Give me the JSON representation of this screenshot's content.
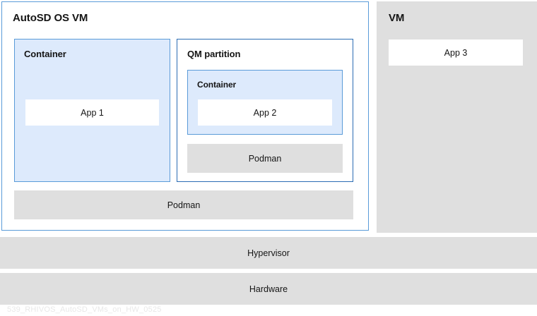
{
  "diagram": {
    "watermark": "539_RHIVOS_AutoSD_VMs_on_HW_0525",
    "colors": {
      "panel_border_blue": "#5a9bd8",
      "partition_border_blue": "#2b6cb3",
      "container_fill_blue": "#ddeafc",
      "gray_fill": "#dfdfdf",
      "white_fill": "#ffffff",
      "text": "#151515",
      "watermark_text": "#e8e8e8"
    },
    "autosd_vm": {
      "title": "AutoSD OS VM",
      "container_left": {
        "title": "Container",
        "app": "App 1"
      },
      "qm_partition": {
        "title": "QM partition",
        "container": {
          "title": "Container",
          "app": "App 2"
        },
        "podman": "Podman"
      },
      "podman": "Podman"
    },
    "vm_panel": {
      "title": "VM",
      "app": "App 3"
    },
    "stack": {
      "hypervisor": "Hypervisor",
      "hardware": "Hardware"
    }
  }
}
